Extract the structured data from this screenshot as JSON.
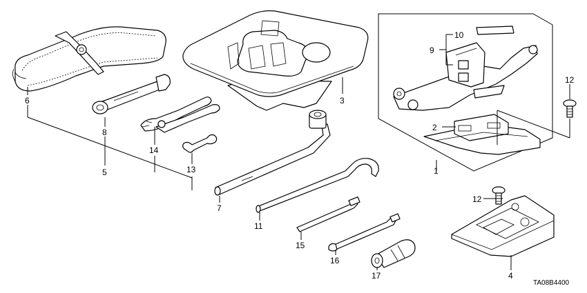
{
  "diagram": {
    "callouts": [
      "1",
      "2",
      "3",
      "4",
      "5",
      "6",
      "7",
      "8",
      "9",
      "10",
      "12",
      "12",
      "11",
      "13",
      "14",
      "15",
      "16",
      "17"
    ],
    "diagram_code": "TA08B4400"
  }
}
